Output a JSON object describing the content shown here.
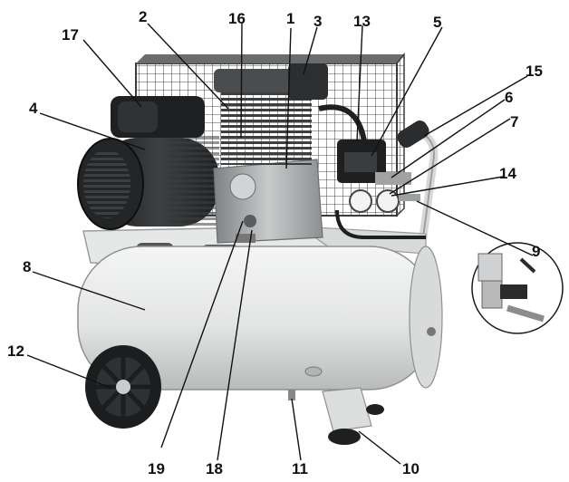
{
  "figure": {
    "callouts": [
      {
        "id": "1",
        "label": "1"
      },
      {
        "id": "2",
        "label": "2"
      },
      {
        "id": "3",
        "label": "3"
      },
      {
        "id": "4",
        "label": "4"
      },
      {
        "id": "5",
        "label": "5"
      },
      {
        "id": "6",
        "label": "6"
      },
      {
        "id": "7",
        "label": "7"
      },
      {
        "id": "8",
        "label": "8"
      },
      {
        "id": "9",
        "label": "9"
      },
      {
        "id": "10",
        "label": "10"
      },
      {
        "id": "11",
        "label": "11"
      },
      {
        "id": "12",
        "label": "12"
      },
      {
        "id": "13",
        "label": "13"
      },
      {
        "id": "14",
        "label": "14"
      },
      {
        "id": "15",
        "label": "15"
      },
      {
        "id": "16",
        "label": "16"
      },
      {
        "id": "17",
        "label": "17"
      },
      {
        "id": "18",
        "label": "18"
      },
      {
        "id": "19",
        "label": "19"
      }
    ],
    "colors": {
      "tank": "#e9ebea",
      "tank_shadow": "#b9bcbb",
      "motor": "#2a2c2e",
      "motor_dark": "#151617",
      "pump": "#9a9c9e",
      "pump_light": "#c9cbcc",
      "cage": "#5a5c5e",
      "leader": "#111111",
      "background": "#ffffff"
    }
  }
}
